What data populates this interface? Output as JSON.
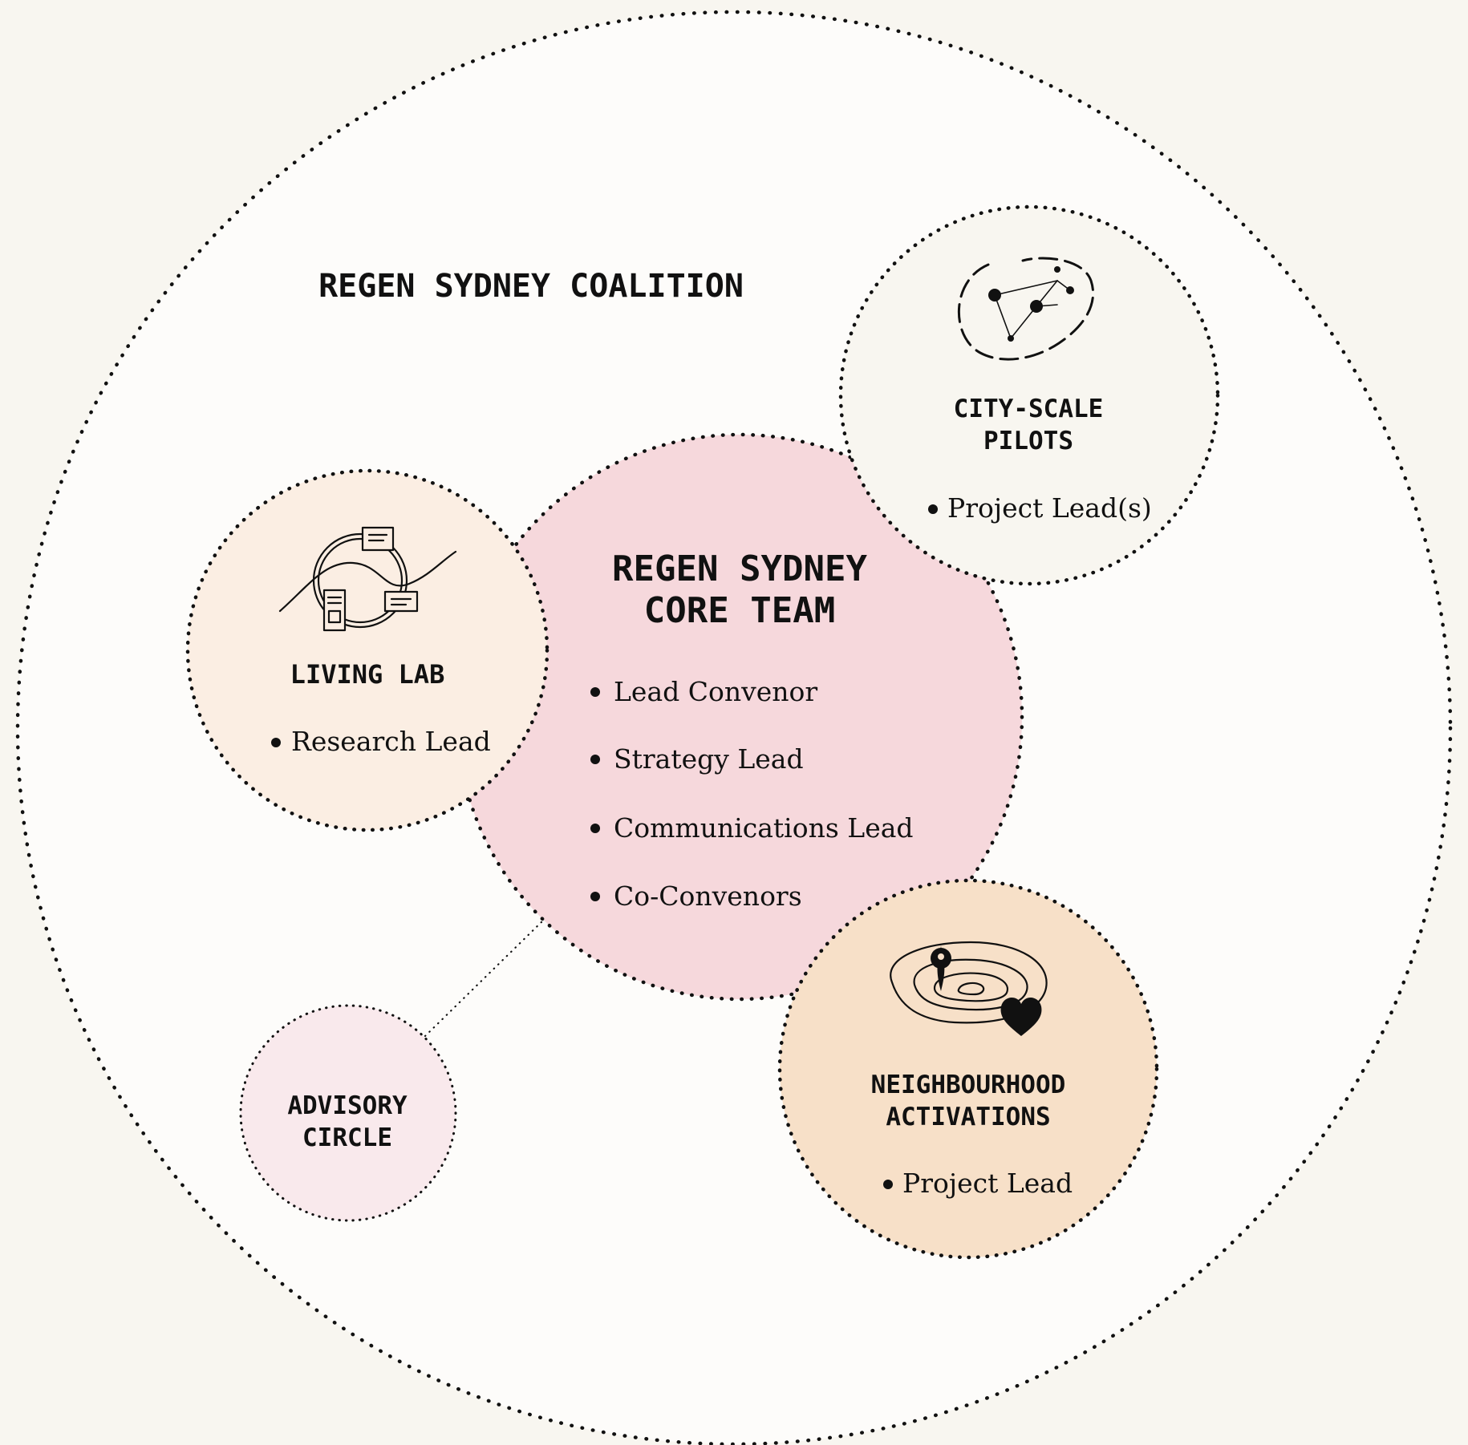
{
  "coalition": {
    "title": "REGEN SYDNEY COALITION"
  },
  "core_team": {
    "title_line1": "REGEN SYDNEY",
    "title_line2": "CORE TEAM",
    "items": [
      "Lead Convenor",
      "Strategy Lead",
      "Communications Lead",
      "Co-Convenors"
    ]
  },
  "city_scale_pilots": {
    "title_line1": "CITY-SCALE",
    "title_line2": "PILOTS",
    "items": [
      "Project Lead(s)"
    ],
    "icon": "network-constellation-icon"
  },
  "living_lab": {
    "title": "LIVING LAB",
    "items": [
      "Research Lead"
    ],
    "icon": "research-cycle-icon"
  },
  "neighbourhood_activations": {
    "title_line1": "NEIGHBOURHOOD",
    "title_line2": "ACTIVATIONS",
    "items": [
      "Project Lead"
    ],
    "icon": "contour-map-pin-heart-icon"
  },
  "advisory_circle": {
    "title_line1": "ADVISORY",
    "title_line2": "CIRCLE"
  },
  "colors": {
    "background": "#f8f6f0",
    "coalition_fill": "#fdfcfa",
    "core_team_fill": "#f6d8dc",
    "living_lab_fill": "#fbeee3",
    "city_pilots_fill": "#f8f6f0",
    "neighbourhood_fill": "#f7e0c8",
    "advisory_fill": "#f9e9ec",
    "ink": "#111111"
  }
}
